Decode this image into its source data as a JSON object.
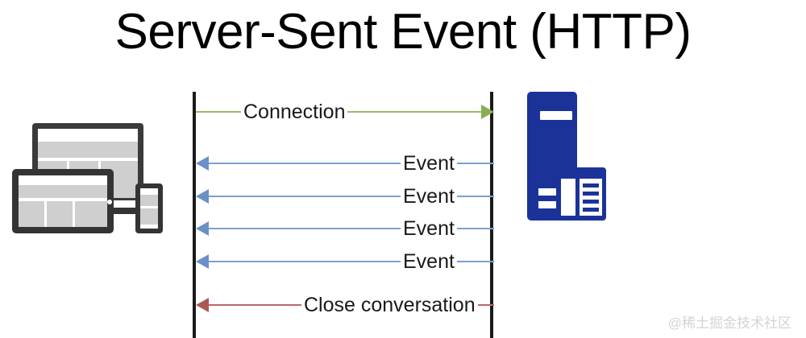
{
  "title": "Server-Sent Event (HTTP)",
  "actors": {
    "client": {
      "name": "client-devices",
      "icon": "responsive-devices-icon",
      "parts": [
        "desktop-monitor",
        "tablet",
        "phone"
      ]
    },
    "server": {
      "name": "server",
      "icon": "server-tower-icon",
      "color": "#1b3399"
    }
  },
  "messages": [
    {
      "label": "Connection",
      "direction": "client-to-server",
      "color": "#9cba6c",
      "arrow": "right"
    },
    {
      "label": "Event",
      "direction": "server-to-client",
      "color": "#7d9fd1",
      "arrow": "left"
    },
    {
      "label": "Event",
      "direction": "server-to-client",
      "color": "#7d9fd1",
      "arrow": "left"
    },
    {
      "label": "Event",
      "direction": "server-to-client",
      "color": "#7d9fd1",
      "arrow": "left"
    },
    {
      "label": "Event",
      "direction": "server-to-client",
      "color": "#7d9fd1",
      "arrow": "left"
    },
    {
      "label": "Close conversation",
      "direction": "server-to-client",
      "color": "#b9696a",
      "arrow": "left"
    }
  ],
  "lifelines": {
    "client_label": "client-lifeline",
    "server_label": "server-lifeline",
    "color": "#1a1a1a"
  },
  "watermark": "@稀土掘金技术社区",
  "background": "#ffffff"
}
